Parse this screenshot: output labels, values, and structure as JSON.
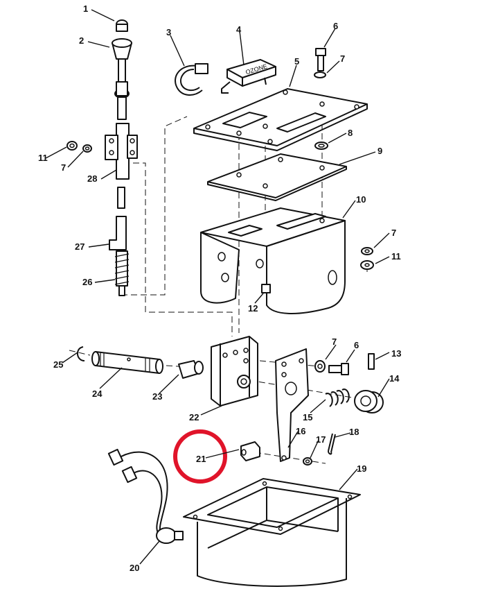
{
  "diagram": {
    "highlight_color": "#e0142a",
    "line_color": "#111111",
    "plate_label": "OZONE",
    "callouts": [
      {
        "id": "c1",
        "label": "1"
      },
      {
        "id": "c2",
        "label": "2"
      },
      {
        "id": "c3",
        "label": "3"
      },
      {
        "id": "c4",
        "label": "4"
      },
      {
        "id": "c5",
        "label": "5"
      },
      {
        "id": "c6a",
        "label": "6"
      },
      {
        "id": "c7a",
        "label": "7"
      },
      {
        "id": "c8",
        "label": "8"
      },
      {
        "id": "c9",
        "label": "9"
      },
      {
        "id": "c10",
        "label": "10"
      },
      {
        "id": "c7b",
        "label": "7"
      },
      {
        "id": "c11b",
        "label": "11"
      },
      {
        "id": "c11a",
        "label": "11"
      },
      {
        "id": "c7c",
        "label": "7"
      },
      {
        "id": "c28",
        "label": "28"
      },
      {
        "id": "c27",
        "label": "27"
      },
      {
        "id": "c26",
        "label": "26"
      },
      {
        "id": "c12",
        "label": "12"
      },
      {
        "id": "c7d",
        "label": "7"
      },
      {
        "id": "c6b",
        "label": "6"
      },
      {
        "id": "c13",
        "label": "13"
      },
      {
        "id": "c14",
        "label": "14"
      },
      {
        "id": "c25",
        "label": "25"
      },
      {
        "id": "c24",
        "label": "24"
      },
      {
        "id": "c23",
        "label": "23"
      },
      {
        "id": "c22",
        "label": "22"
      },
      {
        "id": "c15",
        "label": "15"
      },
      {
        "id": "c16",
        "label": "16"
      },
      {
        "id": "c17",
        "label": "17"
      },
      {
        "id": "c18",
        "label": "18"
      },
      {
        "id": "c21",
        "label": "21"
      },
      {
        "id": "c19",
        "label": "19"
      },
      {
        "id": "c20",
        "label": "20"
      }
    ]
  }
}
